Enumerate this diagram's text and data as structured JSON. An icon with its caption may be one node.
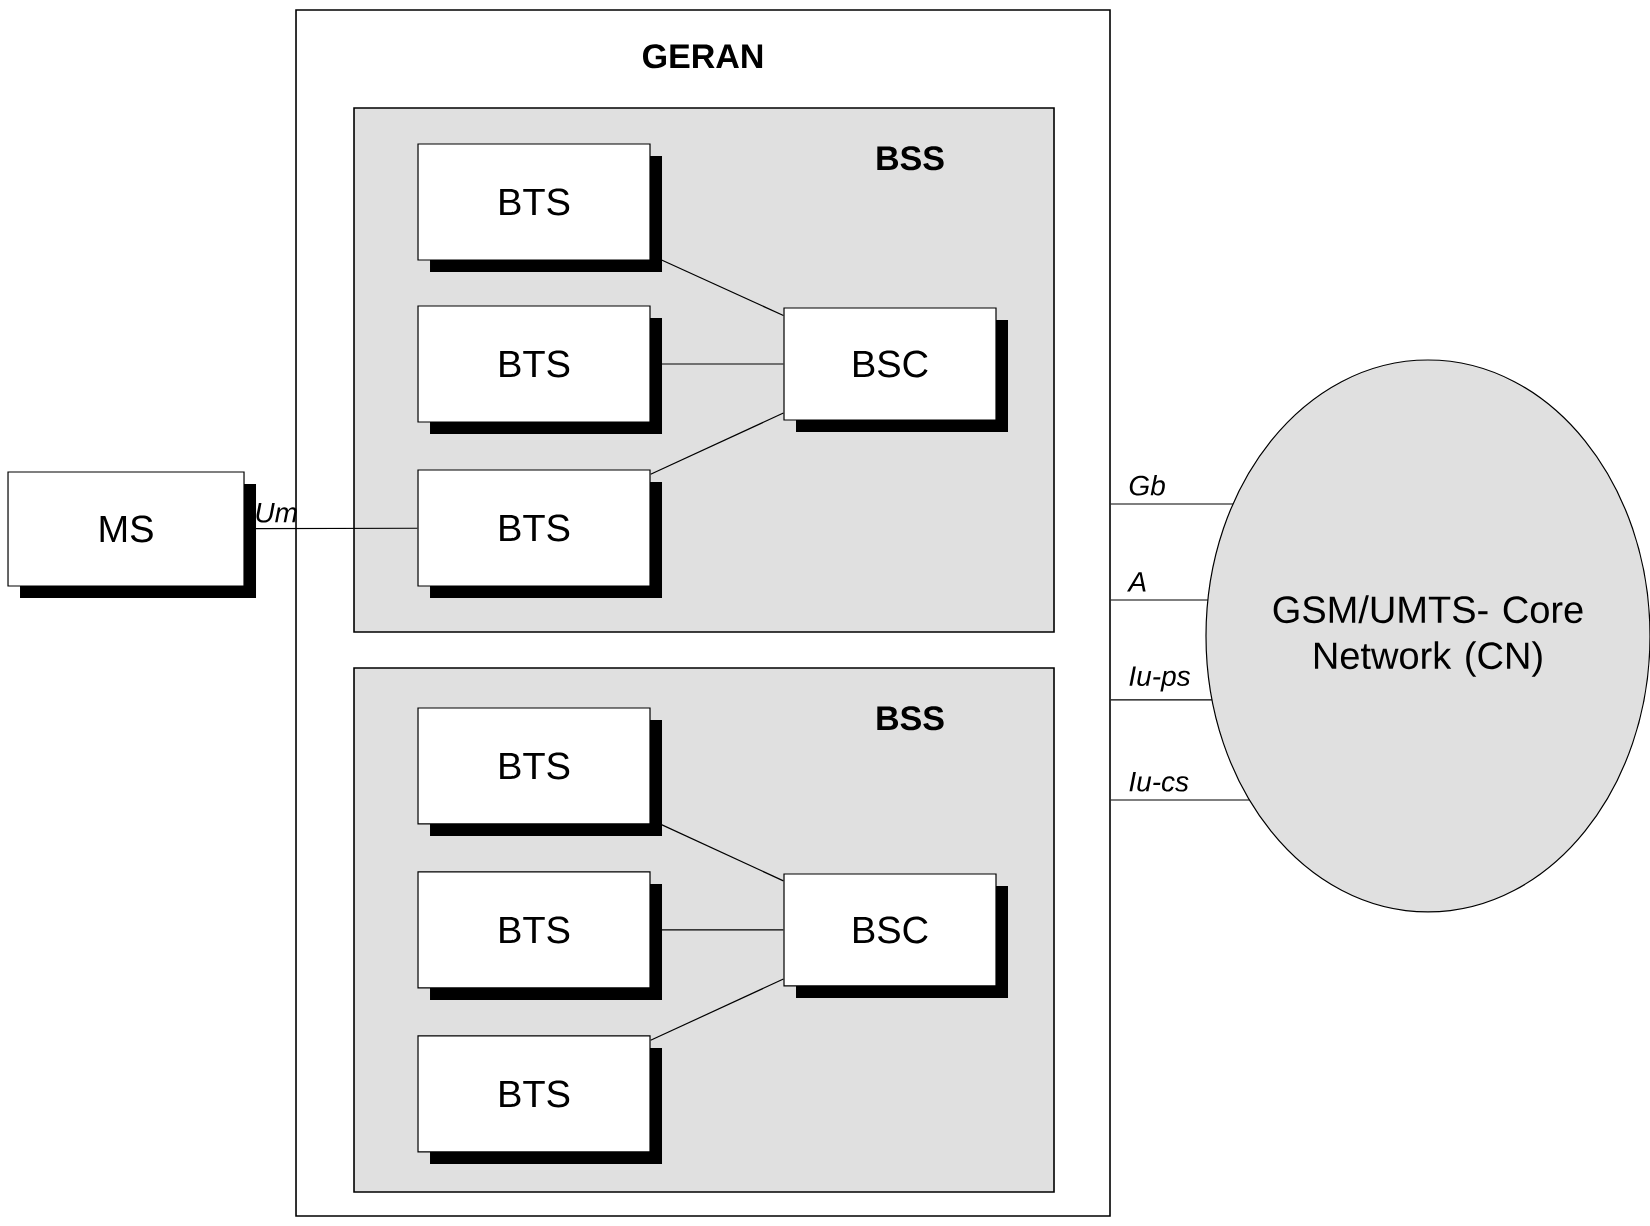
{
  "diagram": {
    "nodes": [
      {
        "text": [
          "GERAN"
        ]
      },
      {
        "text": [
          "BSS"
        ],
        "in": 0
      },
      {
        "text": [
          "BTS"
        ],
        "in": 1
      },
      {
        "text": [
          "BTS"
        ],
        "in": 1
      },
      {
        "text": [
          "BTS"
        ],
        "in": 1
      },
      {
        "text": [
          "BSC"
        ],
        "in": 1
      },
      {
        "text": [
          "BSS"
        ],
        "in": 0
      },
      {
        "text": [
          "BTS"
        ],
        "in": 6
      },
      {
        "text": [
          "BTS"
        ],
        "in": 6
      },
      {
        "text": [
          "BTS"
        ],
        "in": 6
      },
      {
        "text": [
          "BSC"
        ],
        "in": 6
      },
      {
        "text": [
          "MS"
        ]
      },
      {
        "text": [
          "GSM/UMTS- Core Network (CN)"
        ]
      }
    ],
    "edges": [
      {
        "from": 2,
        "to": 5,
        "arrow": "none"
      },
      {
        "from": 3,
        "to": 5,
        "arrow": "none"
      },
      {
        "from": 4,
        "to": 5,
        "arrow": "none"
      },
      {
        "from": 7,
        "to": 10,
        "arrow": "none"
      },
      {
        "from": 8,
        "to": 10,
        "arrow": "none"
      },
      {
        "from": 9,
        "to": 10,
        "arrow": "none"
      },
      {
        "from": 11,
        "to": 4,
        "arrow": "none",
        "label": "Um"
      },
      {
        "from": 0,
        "to": 12,
        "arrow": "none",
        "label": "Gb"
      },
      {
        "from": 0,
        "to": 12,
        "arrow": "none",
        "label": "A"
      },
      {
        "from": 0,
        "to": 12,
        "arrow": "none",
        "label": "Iu-ps"
      },
      {
        "from": 0,
        "to": 12,
        "arrow": "none",
        "label": "Iu-cs"
      }
    ]
  }
}
